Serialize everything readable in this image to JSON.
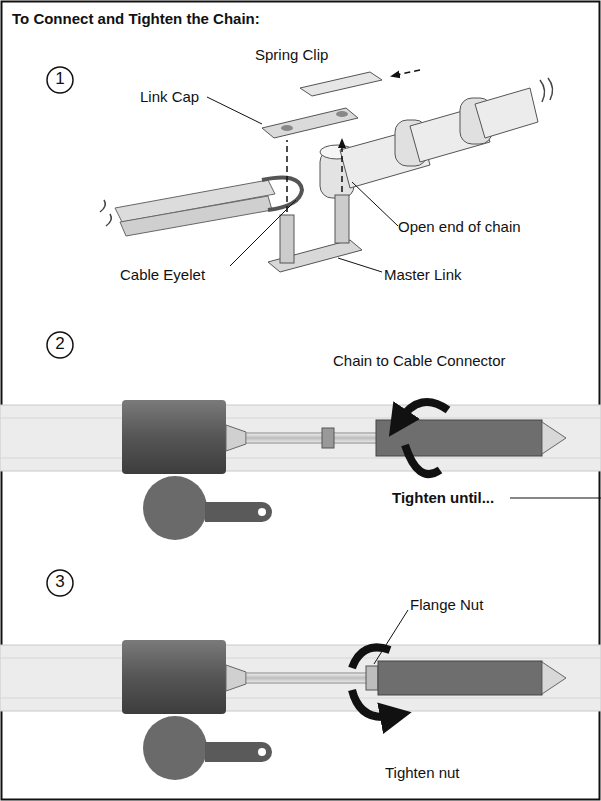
{
  "diagram": {
    "title": "To Connect and Tighten the Chain:",
    "labels": [
      "1",
      "Spring Clip",
      "Link Cap",
      "Open end of chain",
      "Cable Eyelet",
      "Master Link",
      "2",
      "Chain to Cable Connector",
      "Tighten until...",
      "3",
      "Flange Nut",
      "Tighten nut"
    ]
  }
}
